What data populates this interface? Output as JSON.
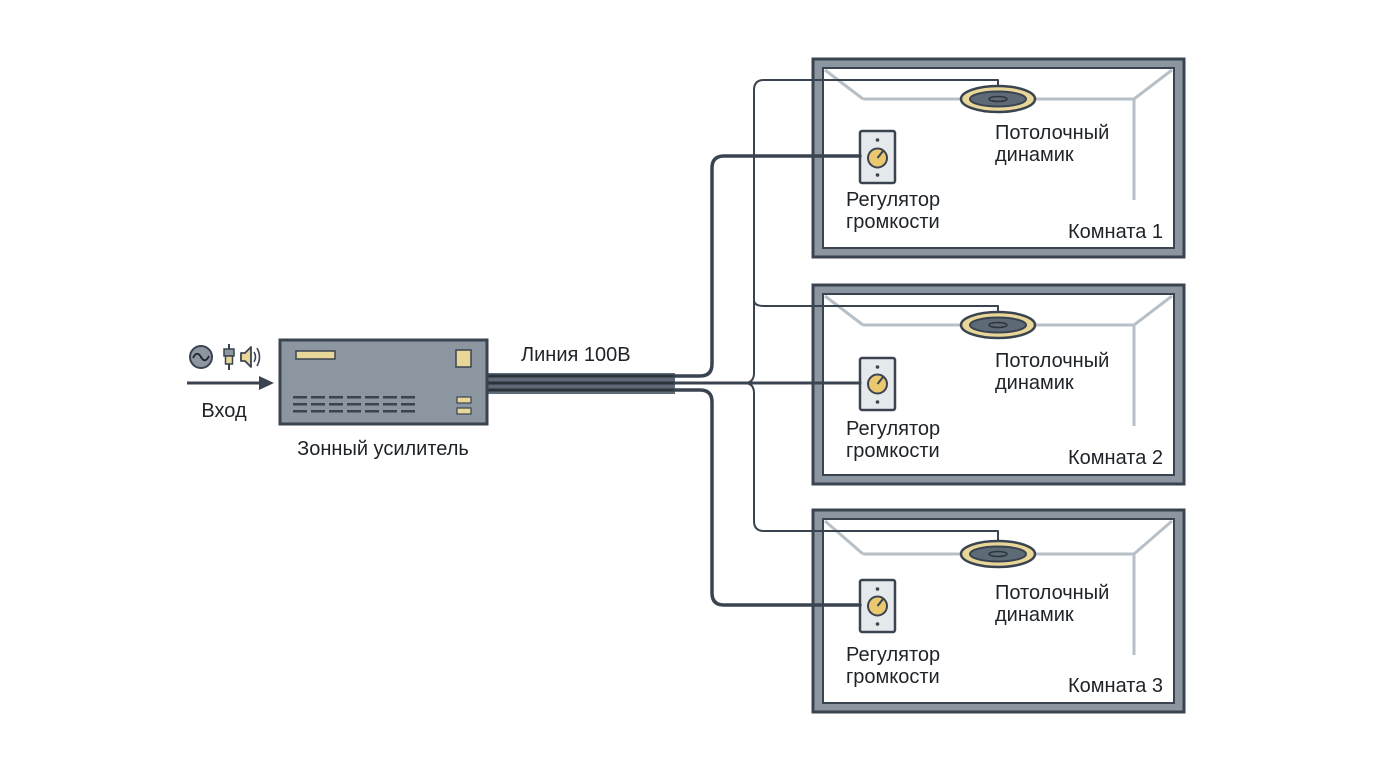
{
  "input": {
    "label": "Вход",
    "icons": [
      "ac-sine-icon",
      "plug-icon",
      "speaker-icon"
    ]
  },
  "amplifier": {
    "label": "Зонный усилитель"
  },
  "line": {
    "label": "Линия 100В"
  },
  "rooms": [
    {
      "name": "Комната 1",
      "speaker": [
        "Потолочный",
        "динамик"
      ],
      "control": [
        "Регулятор",
        "громкости"
      ]
    },
    {
      "name": "Комната 2",
      "speaker": [
        "Потолочный",
        "динамик"
      ],
      "control": [
        "Регулятор",
        "громкости"
      ]
    },
    {
      "name": "Комната 3",
      "speaker": [
        "Потолочный",
        "динамик"
      ],
      "control": [
        "Регулятор",
        "громкости"
      ]
    }
  ],
  "colors": {
    "wire": "#3a4450",
    "room_frame": "#8c96a0",
    "room_border": "#3a4450",
    "ceiling_line": "#b7bfc7",
    "amplifier": "#8c96a0",
    "accent": "#e9d79a",
    "plate": "#e6e9ec"
  }
}
